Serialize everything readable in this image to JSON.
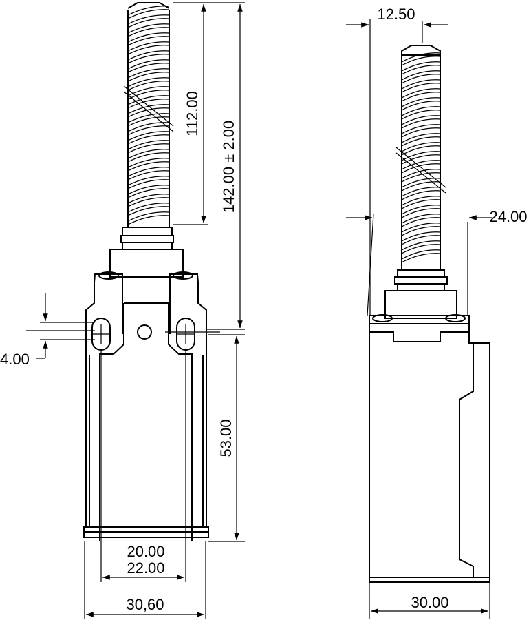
{
  "dimensions": {
    "front_view": {
      "spring_length": "112.00",
      "total_height": "142.00 ± 2.00",
      "body_height": "53.00",
      "hole_spacing_inner": "20.00",
      "hole_spacing_outer": "22.00",
      "body_width": "30,60",
      "slot_width": "4.00"
    },
    "side_view": {
      "spring_diameter": "12.50",
      "head_width": "24.00",
      "body_depth": "30.00"
    }
  }
}
